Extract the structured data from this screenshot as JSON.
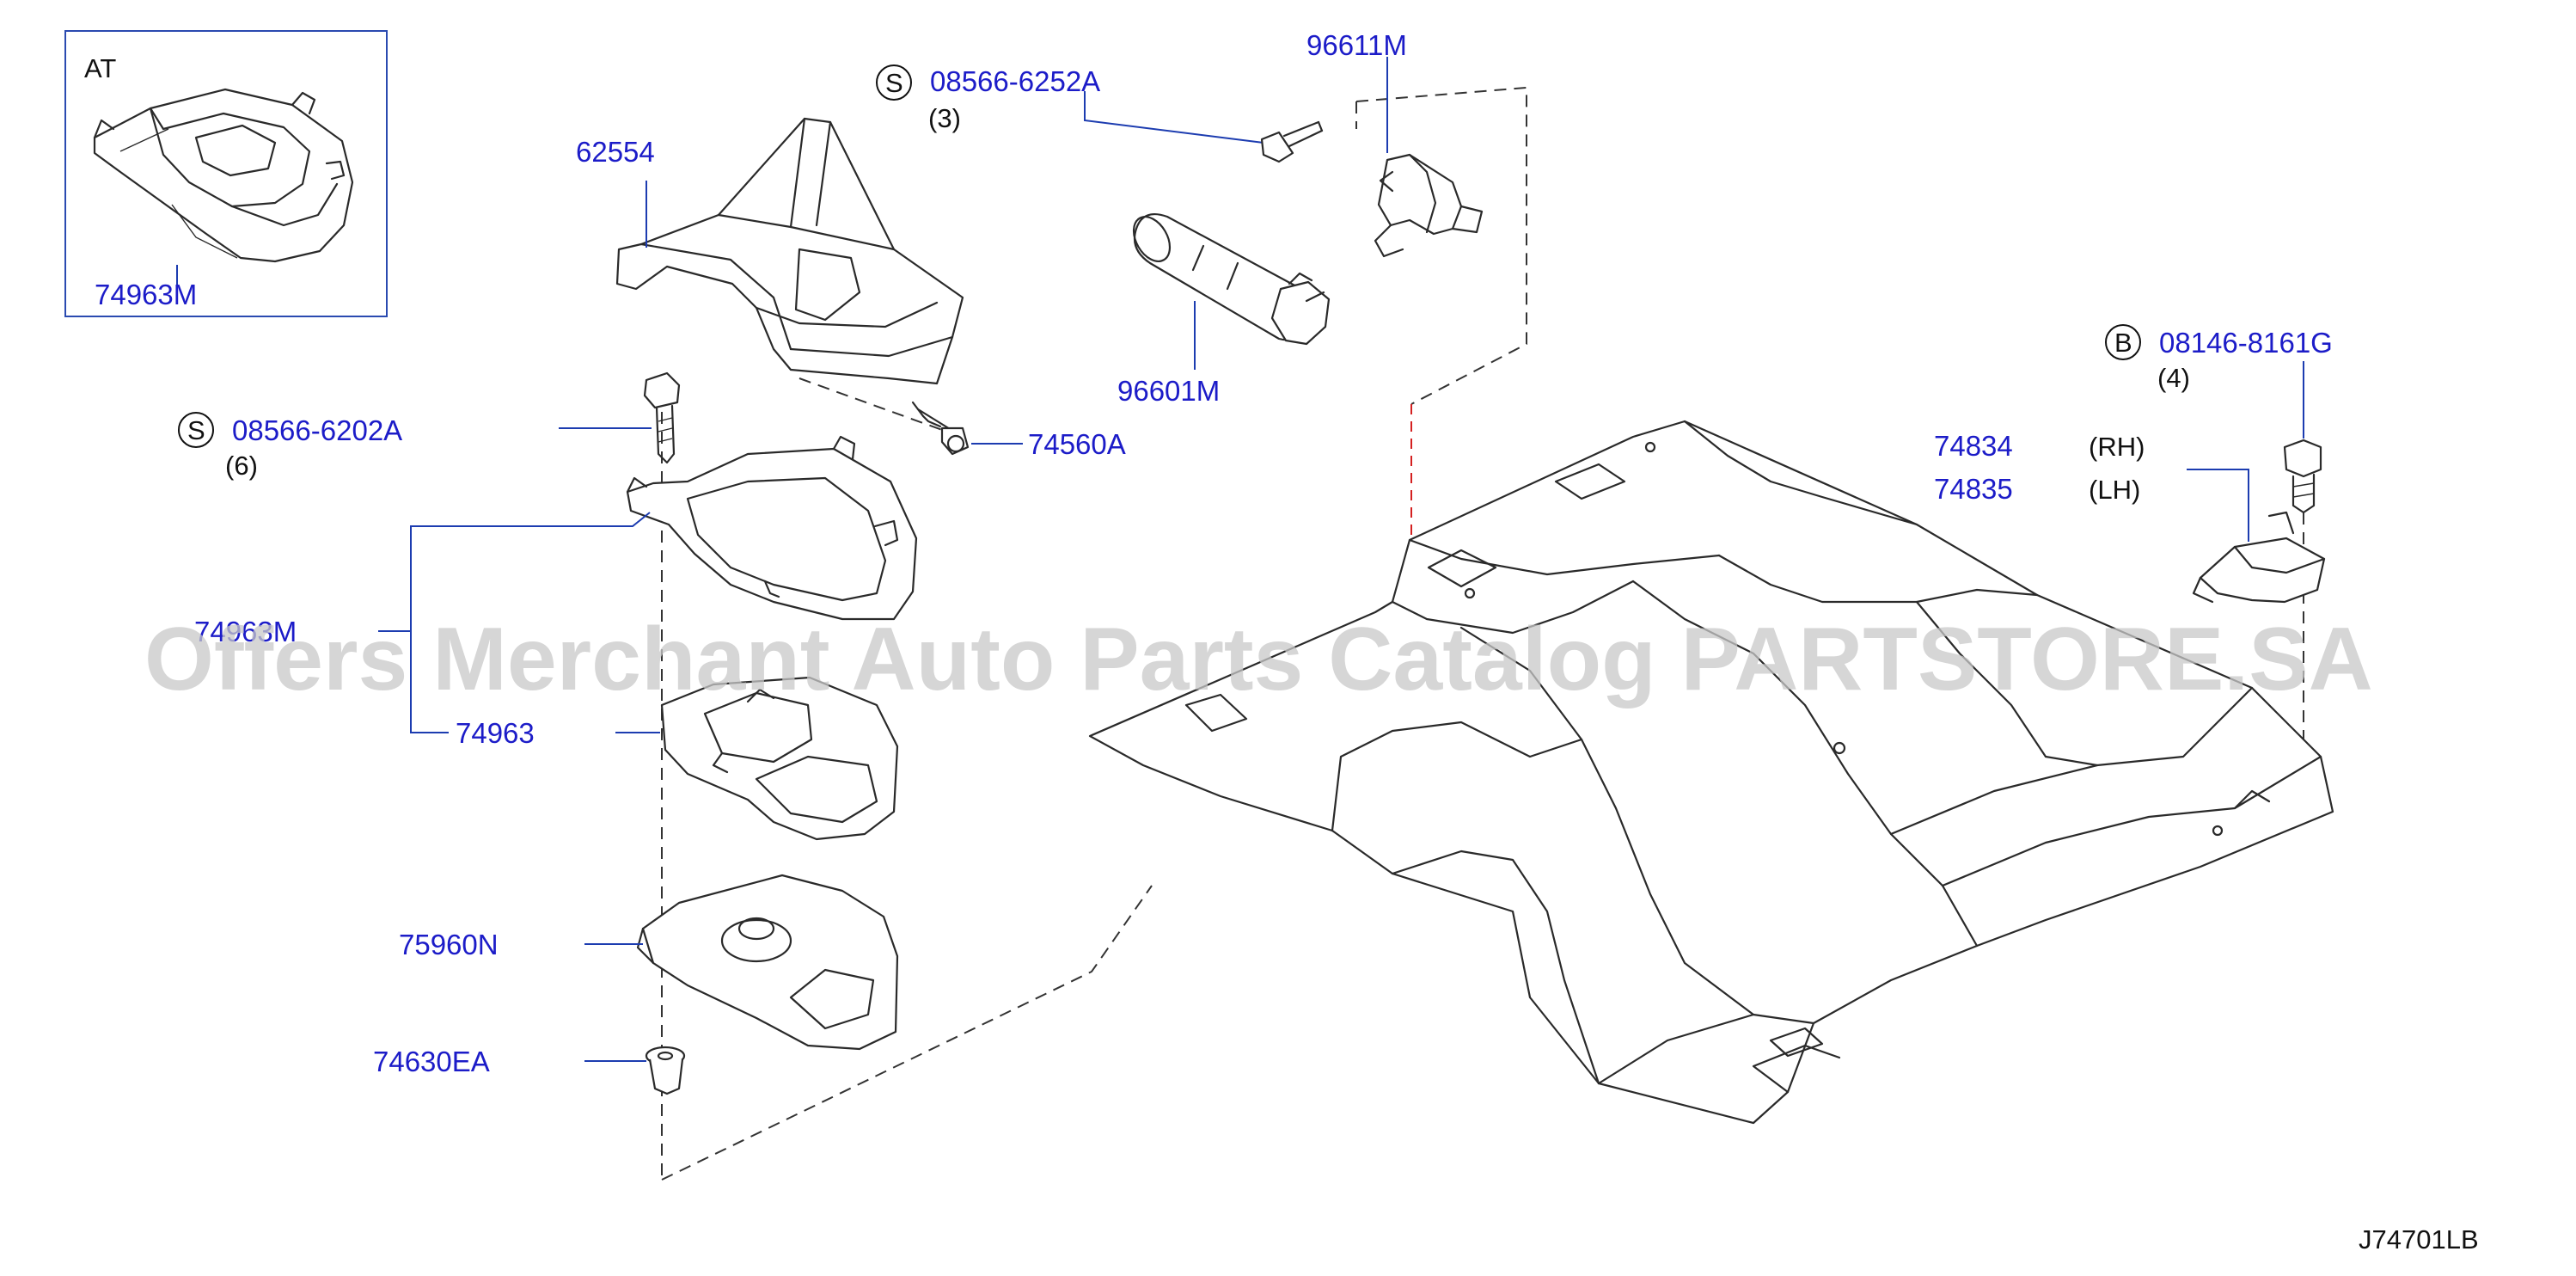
{
  "inset": {
    "label": "AT",
    "part_number": "74963M"
  },
  "parts": {
    "p62554": "62554",
    "p96611M": "96611M",
    "p96601M": "96601M",
    "p74560A": "74560A",
    "p74963M": "74963M",
    "p74963": "74963",
    "p75960N": "75960N",
    "p74630EA": "74630EA",
    "p74834": "74834",
    "p74835": "74835"
  },
  "bolts": {
    "b1": {
      "symbol": "S",
      "number": "08566-6252A",
      "qty": "(3)"
    },
    "b2": {
      "symbol": "S",
      "number": "08566-6202A",
      "qty": "(6)"
    },
    "b3": {
      "symbol": "B",
      "number": "08146-8161G",
      "qty": "(4)"
    }
  },
  "sides": {
    "rh": "(RH)",
    "lh": "(LH)"
  },
  "watermark": "Offers Merchant Auto Parts Catalog PARTSTORE.SA",
  "diagram_code": "J74701LB"
}
